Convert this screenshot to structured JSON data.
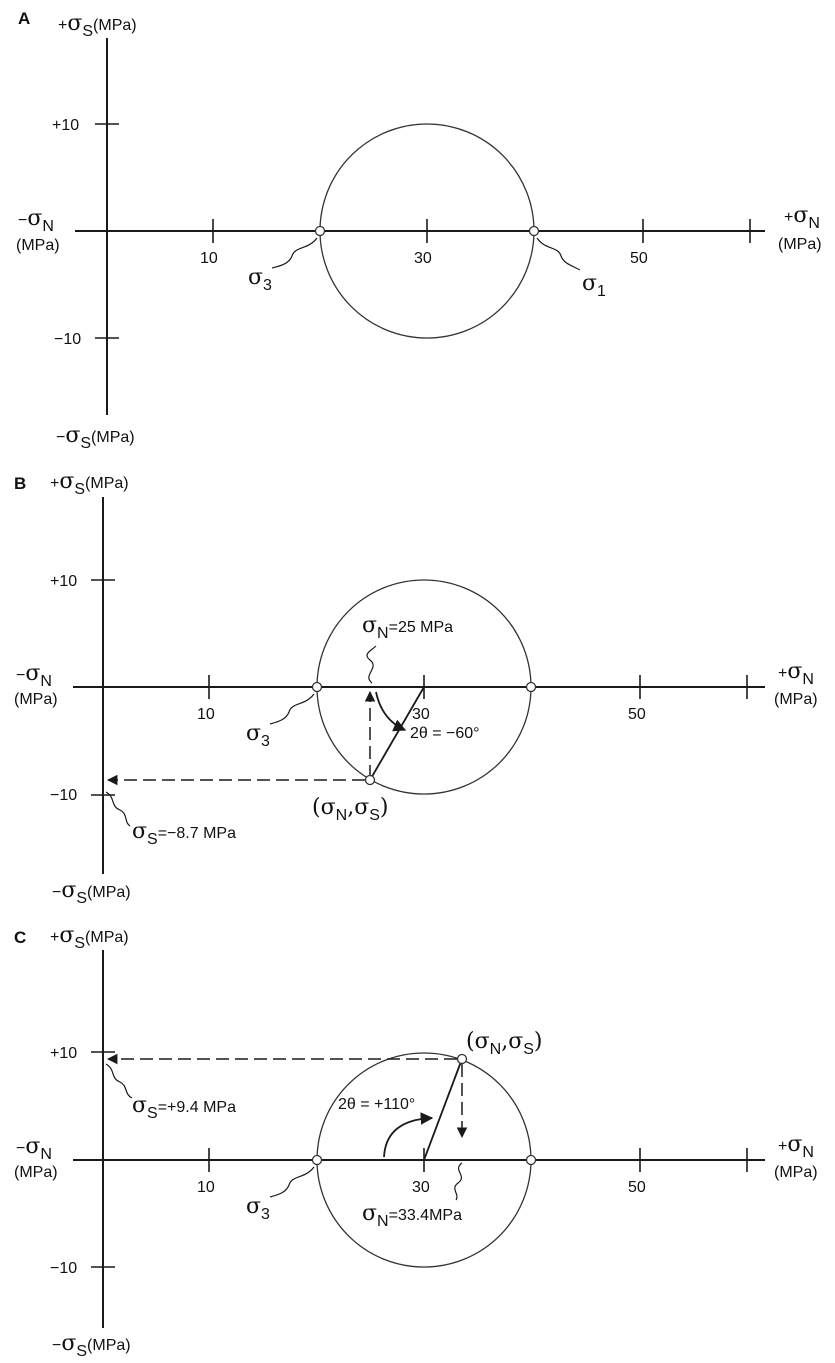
{
  "figure": {
    "panels": [
      {
        "label": "A",
        "y_axis_top": {
          "sign": "+",
          "symbol": "σ",
          "sub": "S",
          "unit": "(MPa)"
        },
        "y_axis_bottom": {
          "sign": "−",
          "symbol": "σ",
          "sub": "S",
          "unit": "(MPa)"
        },
        "x_axis_left": {
          "sign": "−",
          "symbol": "σ",
          "sub": "N",
          "unit": "(MPa)"
        },
        "x_axis_right": {
          "sign": "+",
          "symbol": "σ",
          "sub": "N",
          "unit": "(MPa)"
        },
        "x_ticks": [
          "10",
          "30",
          "50"
        ],
        "y_ticks": [
          "+10",
          "−10"
        ],
        "circle_center": 30,
        "circle_radius": 10,
        "sigma3": {
          "symbol": "σ",
          "sub": "3"
        },
        "sigma1": {
          "symbol": "σ",
          "sub": "1"
        }
      },
      {
        "label": "B",
        "y_axis_top": {
          "sign": "+",
          "symbol": "σ",
          "sub": "S",
          "unit": "(MPa)"
        },
        "y_axis_bottom": {
          "sign": "−",
          "symbol": "σ",
          "sub": "S",
          "unit": "(MPa)"
        },
        "x_axis_left": {
          "sign": "−",
          "symbol": "σ",
          "sub": "N",
          "unit": "(MPa)"
        },
        "x_axis_right": {
          "sign": "+",
          "symbol": "σ",
          "sub": "N",
          "unit": "(MPa)"
        },
        "x_ticks": [
          "10",
          "30",
          "50"
        ],
        "y_ticks": [
          "+10",
          "−10"
        ],
        "circle_center": 30,
        "circle_radius": 10,
        "sigma3": {
          "symbol": "σ",
          "sub": "3"
        },
        "two_theta_deg": -60,
        "point": {
          "sigma_n": 25,
          "sigma_s": -8.7
        },
        "angle_label": "2θ = −60°",
        "point_label": {
          "open": "(",
          "s1": "σ",
          "sub1": "N",
          "comma": ",",
          "s2": "σ",
          "sub2": "S",
          "close": ")"
        },
        "sn_label": {
          "symbol": "σ",
          "sub": "N",
          "text": "=25 MPa"
        },
        "ss_label": {
          "symbol": "σ",
          "sub": "S",
          "text": "=−8.7 MPa"
        }
      },
      {
        "label": "C",
        "y_axis_top": {
          "sign": "+",
          "symbol": "σ",
          "sub": "S",
          "unit": "(MPa)"
        },
        "y_axis_bottom": {
          "sign": "−",
          "symbol": "σ",
          "sub": "S",
          "unit": "(MPa)"
        },
        "x_axis_left": {
          "sign": "−",
          "symbol": "σ",
          "sub": "N",
          "unit": "(MPa)"
        },
        "x_axis_right": {
          "sign": "+",
          "symbol": "σ",
          "sub": "N",
          "unit": "(MPa)"
        },
        "x_ticks": [
          "10",
          "30",
          "50"
        ],
        "y_ticks": [
          "+10",
          "−10"
        ],
        "circle_center": 30,
        "circle_radius": 10,
        "sigma3": {
          "symbol": "σ",
          "sub": "3"
        },
        "two_theta_deg": 110,
        "point": {
          "sigma_n": 33.4,
          "sigma_s": 9.4
        },
        "angle_label": "2θ = +110°",
        "point_label": {
          "open": "(",
          "s1": "σ",
          "sub1": "N",
          "comma": ",",
          "s2": "σ",
          "sub2": "S",
          "close": ")"
        },
        "sn_label": {
          "symbol": "σ",
          "sub": "N",
          "text": "=33.4MPa"
        },
        "ss_label": {
          "symbol": "σ",
          "sub": "S",
          "text": "=+9.4 MPa"
        }
      }
    ]
  }
}
